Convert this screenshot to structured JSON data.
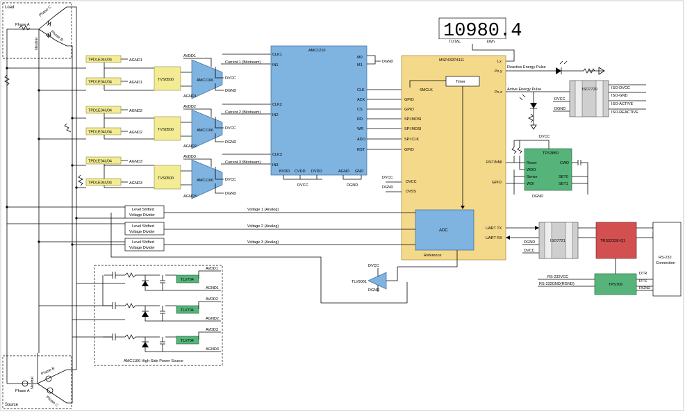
{
  "load": {
    "label": "Load",
    "phase_a": "Phase A",
    "phase_b": "Phase B",
    "phase_c": "Phase C",
    "neutral": "Neutral"
  },
  "source": {
    "label": "Source",
    "phase_a": "Phase A",
    "phase_b": "Phase B",
    "phase_c": "Phase C",
    "neutral": "Neutral"
  },
  "display": {
    "value": "10980.4",
    "total": "TOTAL",
    "unit": "kWh"
  },
  "tpd": [
    "TPD1E04U04",
    "TPD1E04U04",
    "TPD1E04U04",
    "TPD1E04U04",
    "TPD1E04U04",
    "TPD1E04U04"
  ],
  "agnd": [
    "AGND1",
    "AGND1",
    "AGND2",
    "AGND2",
    "AGND3",
    "AGND3"
  ],
  "tvs": [
    "TVS0500",
    "TVS0500",
    "TVS0500"
  ],
  "amc1106": [
    "AMC1106",
    "AMC1106",
    "AMC1106"
  ],
  "amc_pins": {
    "avdd": [
      "AVDD1",
      "AVDD2",
      "AVDD3"
    ],
    "dvcc": "DVCC",
    "dgnd": "DGND",
    "agnd": [
      "AGND1",
      "AGND2",
      "AGND3"
    ]
  },
  "currents": [
    "Current 1 (Bitstream)",
    "Current 2 (Bitstream)",
    "Current 3 (Bitstream)"
  ],
  "amc1210": {
    "title": "AMC1210",
    "pins_left": [
      "CLK1",
      "IN1",
      "CLK2",
      "IN2",
      "CLK3",
      "IN3"
    ],
    "pins_bottom": [
      "BVDD",
      "CVDD",
      "DVDD",
      "AGND",
      "GND"
    ],
    "pins_right": [
      "M0",
      "M1"
    ],
    "dvcc": "DVCC",
    "dgnd": "DGND",
    "m_dgnd": "DGND"
  },
  "msp": {
    "title": "MSP432P4111",
    "pins_left": [
      "SMCLK",
      "GPIO",
      "GPIO",
      "SPI MOSI",
      "SPI MOSI",
      "SPI CLK",
      "GPIO",
      "DVCC",
      "DVSS"
    ],
    "amc_pins": [
      "CLK",
      "ACK",
      "CS",
      "RD",
      "WR",
      "ADO",
      "RST"
    ],
    "pins_right": [
      "Lx",
      "Px.y",
      "Px.z",
      "RST/NMI",
      "GPIO",
      "UART TX",
      "UART RX"
    ],
    "timer": "Timer",
    "adc": "ADC",
    "reference": "Reference",
    "dvcc_ext": "DVCC",
    "dgnd_ext": "DGND"
  },
  "pulses": {
    "reactive": "Reactive Energy Pulse",
    "active": "Active Energy Pulse"
  },
  "iso7720": {
    "label": "ISO7720",
    "dvcc": "DVCC",
    "dgnd": "DGND",
    "outputs": [
      "ISO-DVCC",
      "ISO-GND",
      "ISO-ACTIVE",
      "ISO-REACTIVE"
    ]
  },
  "tps3850": {
    "label": "TPS3850",
    "dvcc": "DVCC",
    "dgnd": "DGND",
    "pins_left": [
      "Reset",
      "WDO",
      "Sense",
      "WDI"
    ],
    "pins_right": [
      "CWD",
      "SET0",
      "SET1"
    ]
  },
  "dividers": [
    {
      "line1": "Level Shifted",
      "line2": "Voltage Divider",
      "signal": "Voltage 1 (Analog)"
    },
    {
      "line1": "Level Shifted",
      "line2": "Voltage Divider",
      "signal": "Voltage 2 (Analog)"
    },
    {
      "line1": "Level Shifted",
      "line2": "Voltage Divider",
      "signal": "Voltage 3 (Analog)"
    }
  ],
  "iso7721": {
    "label": "ISO7721",
    "dgnd": "DGND",
    "dvcc": "DVCC"
  },
  "trs": {
    "label": "TRS3232E-Q1"
  },
  "tps709": {
    "label": "TPS709",
    "in1": "RS-232VCC",
    "in2": "RS-232GND(RGND)"
  },
  "rs232": {
    "line1": "RS-232",
    "line2": "Connection",
    "pins": [
      "DTR",
      "RTS",
      "RGND"
    ]
  },
  "tlv9001": {
    "label": "TLV9001",
    "dvcc": "DVCC",
    "dgnd": "DGND"
  },
  "power": {
    "title": "AMC1106 High-Side Power Source",
    "tlv": [
      "TLV704",
      "TLV704",
      "TLV704"
    ],
    "avdd": [
      "AVDD1",
      "AVDD2",
      "AVDD3"
    ],
    "agnd": [
      "AGND1",
      "AGND2",
      "AGND3"
    ]
  }
}
